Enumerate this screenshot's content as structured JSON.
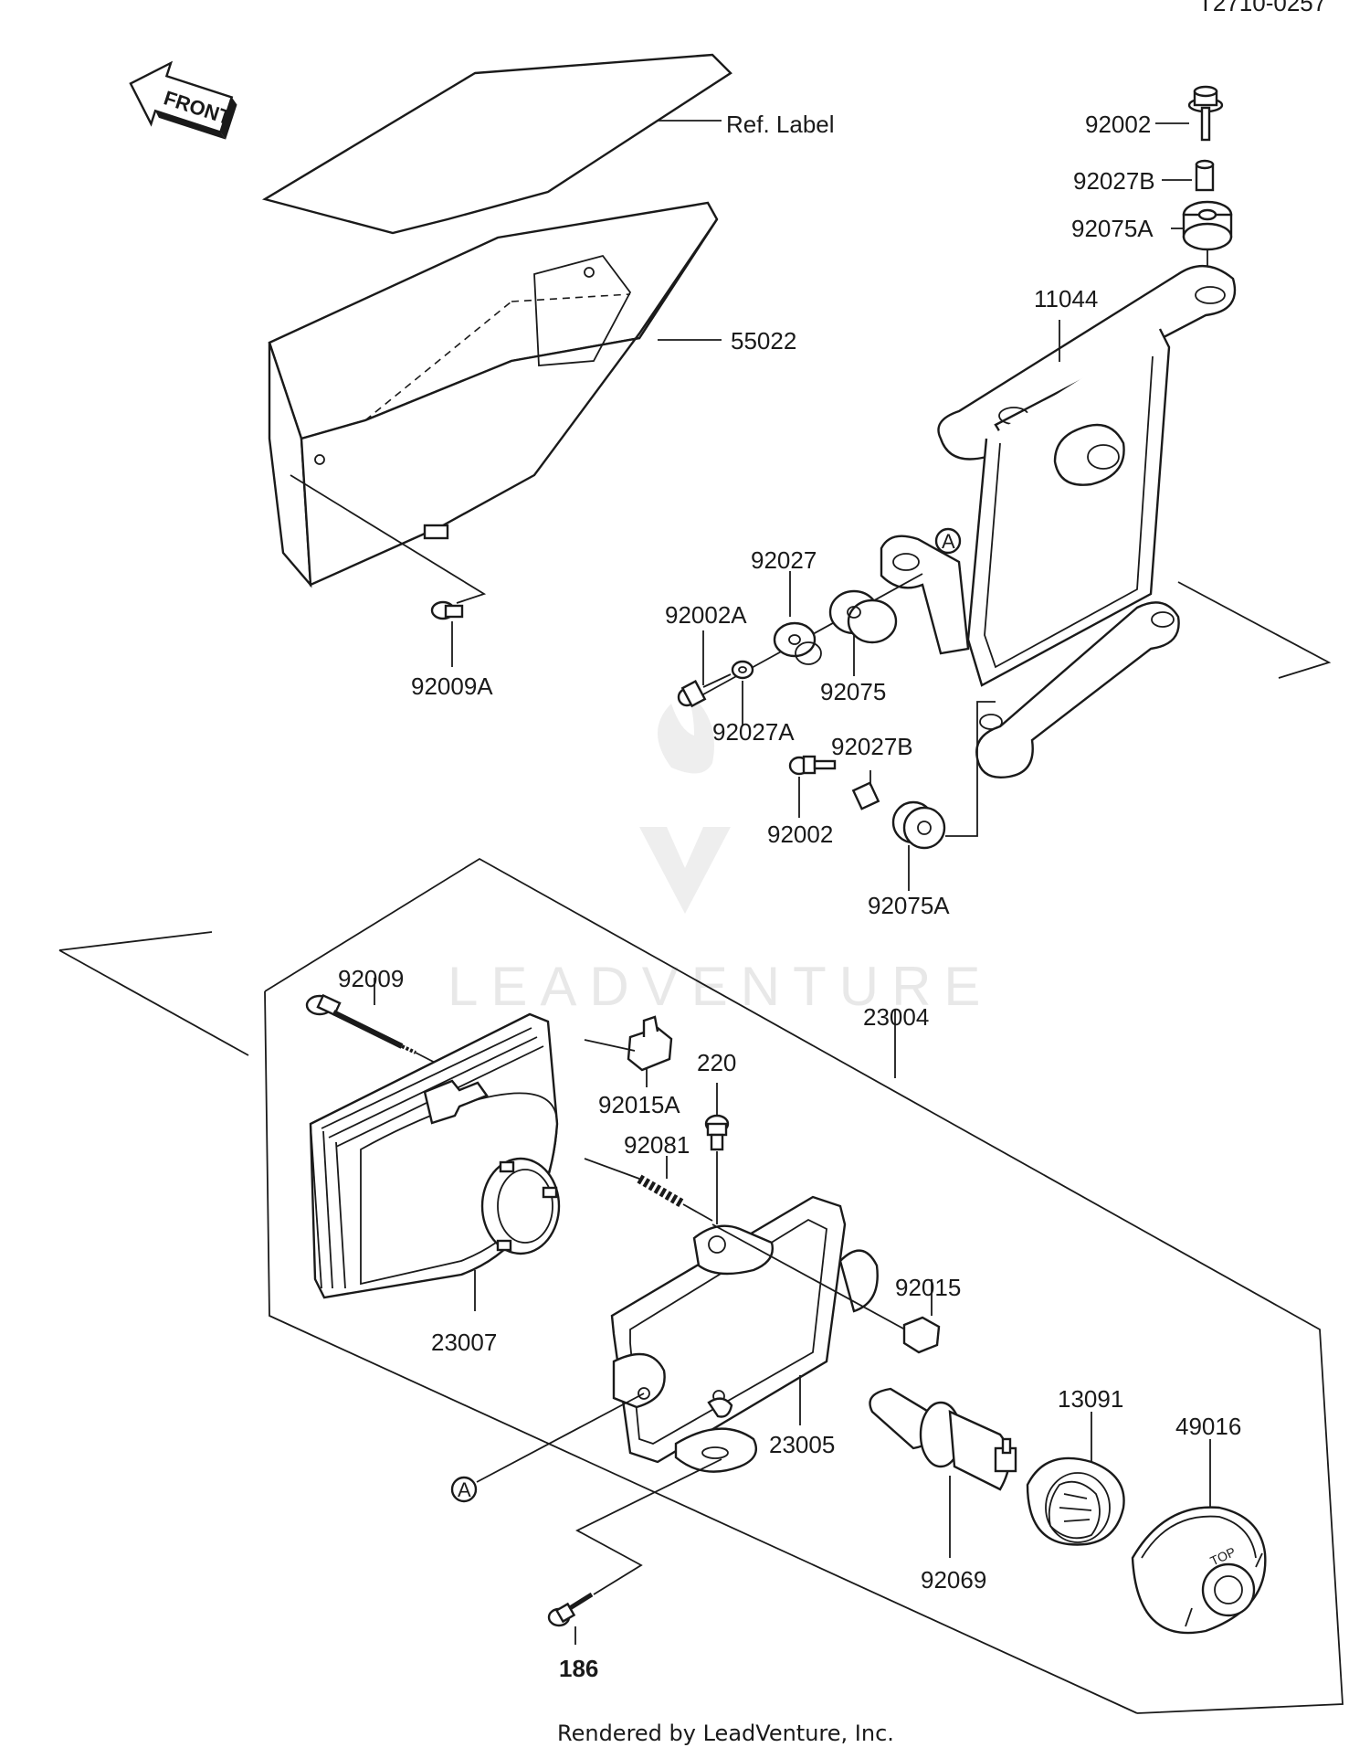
{
  "diagram_ref": "T2710-0257",
  "front_marker": "FRONT",
  "footer": "Rendered by LeadVenture, Inc.",
  "watermark": "LEADVENTURE",
  "callout_marker": "A",
  "bulb_socket_marking": "TOP",
  "parts": {
    "p92002_top": "92002",
    "p92027B_top": "92027B",
    "p92075A_top": "92075A",
    "p11044": "11044",
    "ref_label": "Ref. Label",
    "p55022": "55022",
    "p92009A": "92009A",
    "p92027": "92027",
    "p92002A": "92002A",
    "p92075": "92075",
    "p92027A": "92027A",
    "p92027B_mid": "92027B",
    "p92002_mid": "92002",
    "p92075A_mid": "92075A",
    "p92009": "92009",
    "p23004": "23004",
    "p220": "220",
    "p92015A": "92015A",
    "p92081": "92081",
    "p92015": "92015",
    "p23007": "23007",
    "p23005": "23005",
    "p13091": "13091",
    "p49016": "49016",
    "p92069": "92069",
    "p186": "186"
  }
}
